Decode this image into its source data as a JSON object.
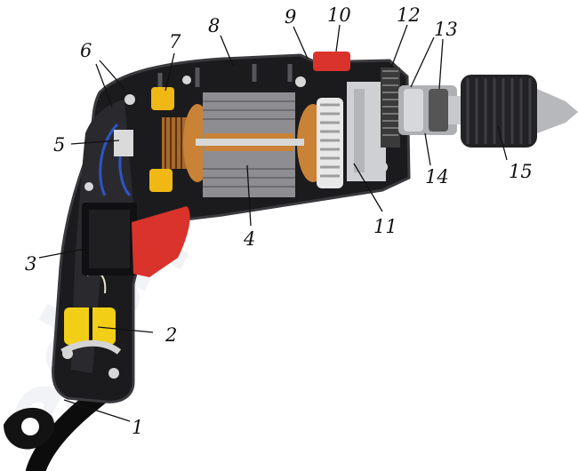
{
  "watermark": "edupor",
  "part_labels": [
    "1",
    "2",
    "3",
    "4",
    "5",
    "6",
    "7",
    "8",
    "9",
    "10",
    "11",
    "12",
    "13",
    "14",
    "15"
  ],
  "colors": {
    "housing": "#1b1b1d",
    "housing_edge": "#3a3a3e",
    "stator": "#8d8d92",
    "copper": "#c98236",
    "trigger": "#d9332b",
    "capacitor": "#f2cf16",
    "chuck": "#232326",
    "gearbox": "#cfd0d3",
    "watermark": "#e9eaef"
  }
}
